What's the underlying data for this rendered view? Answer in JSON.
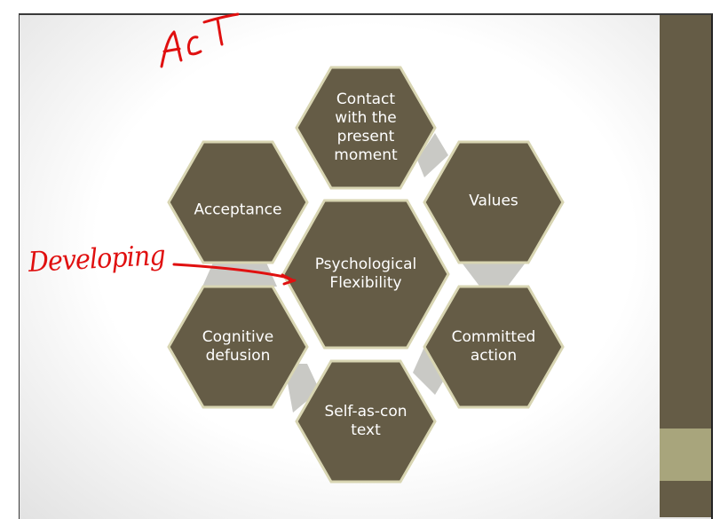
{
  "slide": {
    "hexagons": [
      {
        "id": "contact",
        "label_lines": [
          "Contact",
          "with the",
          "present",
          "moment"
        ]
      },
      {
        "id": "acceptance",
        "label_lines": [
          "Acceptance"
        ]
      },
      {
        "id": "values",
        "label_lines": [
          "Values"
        ]
      },
      {
        "id": "center",
        "label_lines": [
          "Psychological",
          "Flexibility"
        ]
      },
      {
        "id": "defusion",
        "label_lines": [
          "Cognitive",
          "defusion"
        ]
      },
      {
        "id": "committed",
        "label_lines": [
          "Committed",
          "action"
        ]
      },
      {
        "id": "self",
        "label_lines": [
          "Self-as-con",
          "text"
        ]
      }
    ],
    "annotations": {
      "title": "ACT",
      "note": "Developing"
    },
    "colors": {
      "hex_fill": "#655c46",
      "hex_stroke": "#d8d5b2",
      "connector": "#c9c9c5",
      "ink": "#e01010",
      "band": "#655c46",
      "band_light": "#a8a57c"
    }
  }
}
